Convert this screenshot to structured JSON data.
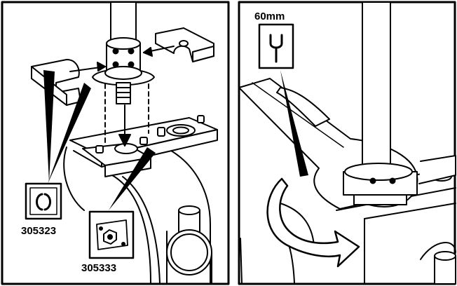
{
  "panels": [
    {
      "callouts": [
        {
          "text": "305323",
          "icon": "split-ring-tool-icon"
        },
        {
          "text": "305333",
          "icon": "bolted-plate-tool-icon"
        }
      ]
    },
    {
      "callouts": [
        {
          "text": "60mm",
          "icon": "open-end-wrench-icon"
        }
      ]
    }
  ],
  "colors": {
    "ink": "#000000",
    "paper": "#ffffff"
  }
}
